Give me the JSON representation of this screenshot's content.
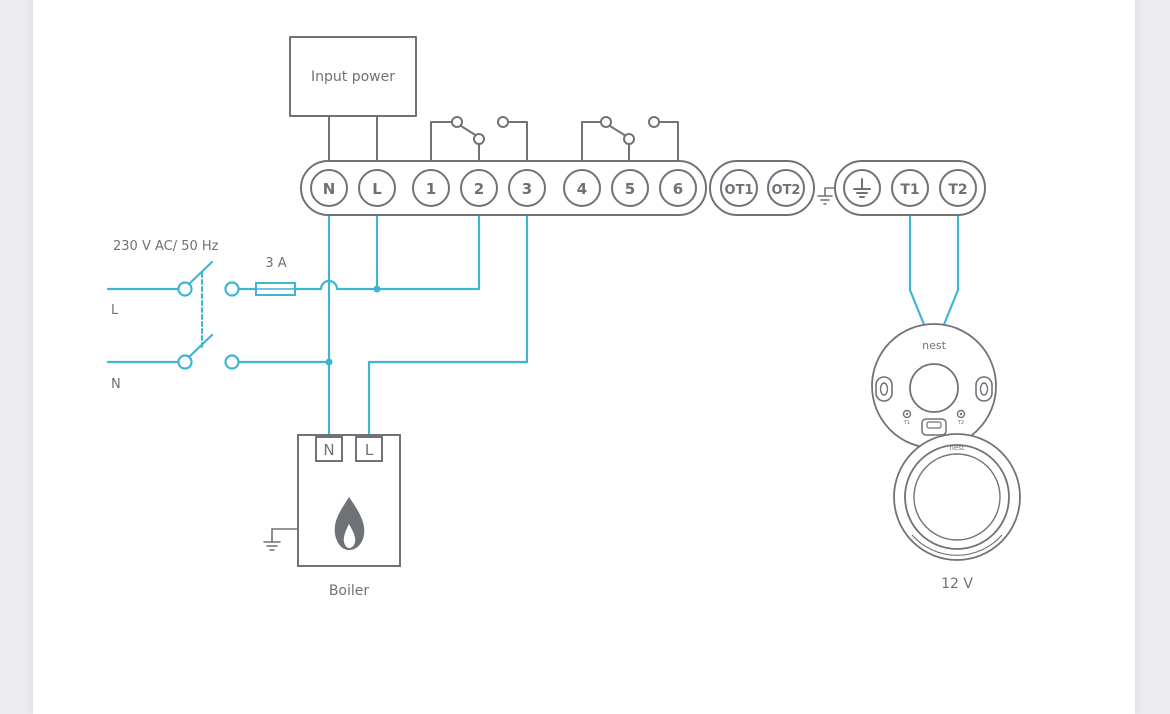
{
  "labels": {
    "input_power": "Input power",
    "supply": "230 V AC/ 50 Hz",
    "fuse": "3 A",
    "line": "L",
    "neutral": "N",
    "boiler": "Boiler",
    "voltage_12v": "12 V",
    "nest_base_logo": "nest",
    "nest_display_logo": "nest",
    "base_t1": "T1",
    "base_t2": "T2"
  },
  "terminals": {
    "block1": [
      "N",
      "L",
      "1",
      "2",
      "3",
      "4",
      "5",
      "6"
    ],
    "block2": [
      "OT1",
      "OT2"
    ],
    "block3_t1": "T1",
    "block3_t2": "T2"
  },
  "boiler_terminals": [
    "N",
    "L"
  ],
  "icons": {
    "earth": "earth-ground-icon",
    "flame": "flame-icon",
    "switch": "double-pole-switch-icon",
    "fuse": "fuse-icon",
    "relay": "relay-switch-icon"
  },
  "colors": {
    "wire": "#3fb4d3",
    "outline": "#6f7378",
    "text": "#6d7278",
    "background": "#ffffff",
    "frame": "#ededf0"
  }
}
